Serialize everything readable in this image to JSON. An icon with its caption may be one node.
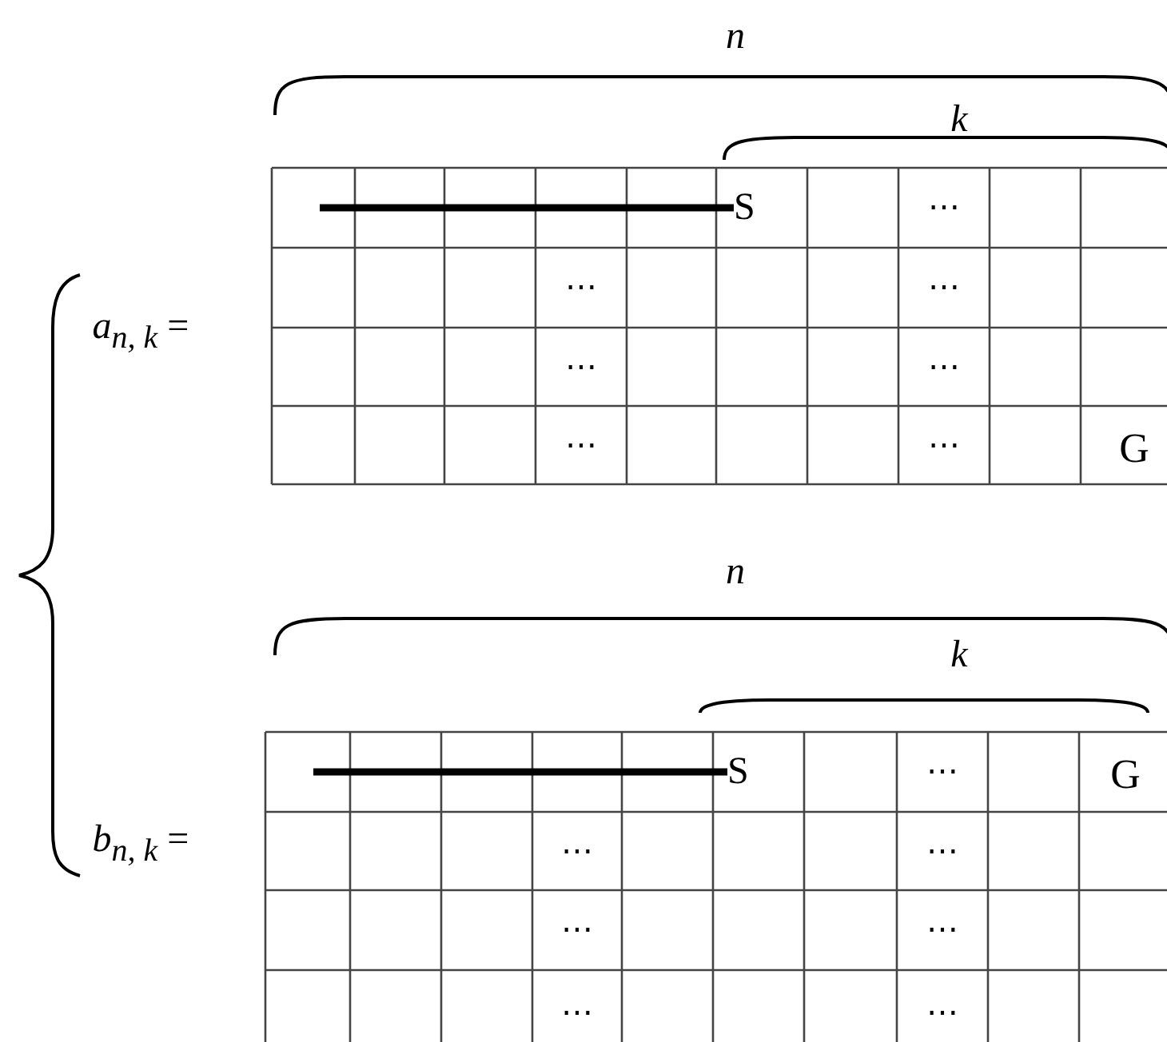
{
  "diagram": {
    "nodes": [
      {
        "text": [
          "S"
        ]
      },
      {
        "text": [
          "S"
        ]
      }
    ],
    "edges": [
      {
        "from": null,
        "to": 0,
        "arrow": "none"
      },
      {
        "from": null,
        "to": 1,
        "arrow": "none"
      }
    ],
    "labels": [
      "n",
      "k",
      "⋯",
      "*a*$_{n, k}$ =",
      "⋯",
      "⋯",
      "⋯",
      "⋯",
      "⋯",
      "⋯",
      "G",
      "n",
      "k",
      "⋯",
      "G",
      "*b*$_{n, k}$ =",
      "⋯",
      "⋯",
      "⋯",
      "⋯",
      "⋯",
      "⋯"
    ]
  }
}
